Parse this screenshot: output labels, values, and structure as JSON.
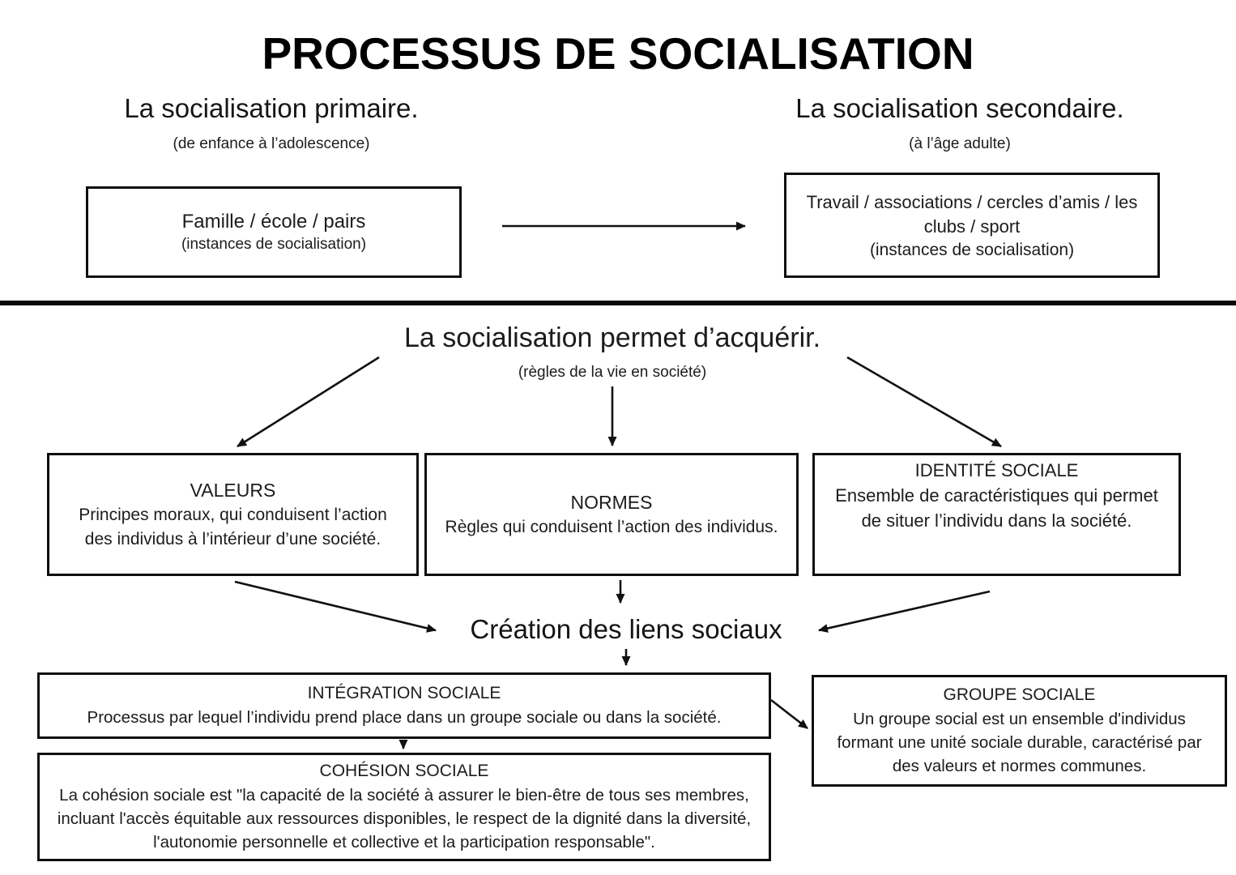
{
  "title": "PROCESSUS DE SOCIALISATION",
  "colors": {
    "text": "#1c1c1c",
    "border": "#0f0f0f",
    "background": "#ffffff",
    "line": "#111111"
  },
  "primary": {
    "heading": "La socialisation primaire.",
    "subheading": "(de enfance à l’adolescence)",
    "box": {
      "line1": "Famille / école / pairs",
      "line2": "(instances de socialisation)"
    }
  },
  "secondary": {
    "heading": "La socialisation secondaire.",
    "subheading": "(à l’âge adulte)",
    "box": {
      "line1": "Travail / associations / cercles d’amis / les clubs / sport",
      "line2": "(instances de socialisation)"
    }
  },
  "acquisition": {
    "heading": "La socialisation permet d’acquérir.",
    "subheading": "(règles de la vie en société)"
  },
  "concepts": [
    {
      "title": "VALEURS",
      "body": "Principes moraux, qui conduisent l’action des individus à l’intérieur d’une société."
    },
    {
      "title": "NORMES",
      "body": "Règles qui conduisent l’action des individus."
    },
    {
      "title": "IDENTITÉ SOCIALE",
      "body": "Ensemble de caractéristiques qui permet de situer l’individu dans la société."
    }
  ],
  "creation_label": "Création des liens sociaux",
  "integration": {
    "title": "INTÉGRATION SOCIALE",
    "body": "Processus par lequel l’individu prend place dans un groupe sociale ou dans la société."
  },
  "groupe": {
    "title": "GROUPE SOCIALE",
    "body": "Un groupe social est un ensemble d'individus formant une unité sociale durable, caractérisé par des valeurs et normes communes."
  },
  "cohesion": {
    "title": "COHÉSION SOCIALE",
    "body": "La cohésion sociale est \"la capacité de la société à assurer le bien-être de tous ses membres, incluant l'accès équitable aux ressources disponibles, le respect de la dignité dans la diversité, l'autonomie personnelle et collective et la participation responsable\"."
  }
}
